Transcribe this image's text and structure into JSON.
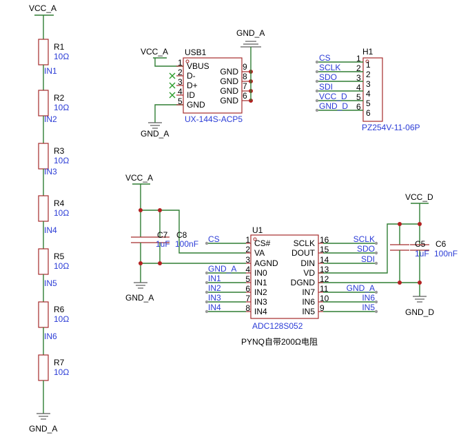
{
  "nets": {
    "vcc_a": "VCC_A",
    "gnd_a": "GND_A",
    "vcc_d": "VCC_D",
    "gnd_d": "GND_D",
    "cs": "CS",
    "sclk": "SCLK",
    "sdo": "SDO",
    "sdi": "SDI"
  },
  "ladder": {
    "resistors": [
      {
        "ref": "R1",
        "value": "10Ω"
      },
      {
        "ref": "R2",
        "value": "10Ω"
      },
      {
        "ref": "R3",
        "value": "10Ω"
      },
      {
        "ref": "R4",
        "value": "10Ω"
      },
      {
        "ref": "R5",
        "value": "10Ω"
      },
      {
        "ref": "R6",
        "value": "10Ω"
      },
      {
        "ref": "R7",
        "value": "10Ω"
      }
    ],
    "taps": [
      "IN1",
      "IN2",
      "IN3",
      "IN4",
      "IN5",
      "IN6"
    ]
  },
  "usb": {
    "ref": "USB1",
    "part": "UX-144S-ACP5",
    "pin_names_left": [
      "VBUS",
      "D-",
      "D+",
      "ID",
      "GND"
    ],
    "pin_nums_left": [
      "1",
      "2",
      "3",
      "4",
      "5"
    ],
    "pin_names_right": [
      "GND",
      "GND",
      "GND",
      "GND"
    ],
    "pin_nums_right": [
      "9",
      "8",
      "7",
      "6"
    ]
  },
  "header": {
    "ref": "H1",
    "part": "PZ254V-11-06P",
    "net_labels": [
      "CS",
      "SCLK",
      "SDO",
      "SDI",
      "VCC_D",
      "GND_D"
    ],
    "pin_nums": [
      "1",
      "2",
      "3",
      "4",
      "5",
      "6"
    ],
    "pin_nums_inner": [
      "1",
      "2",
      "3",
      "4",
      "5",
      "6"
    ]
  },
  "caps": {
    "c7": {
      "ref": "C7",
      "value": "1uF"
    },
    "c8": {
      "ref": "C8",
      "value": "100nF"
    },
    "c5": {
      "ref": "C5",
      "value": "1uF"
    },
    "c6": {
      "ref": "C6",
      "value": "100nF"
    }
  },
  "adc": {
    "ref": "U1",
    "part": "ADC128S052",
    "left_pins": [
      {
        "num": "1",
        "name": "CS#"
      },
      {
        "num": "2",
        "name": "VA"
      },
      {
        "num": "3",
        "name": "AGND"
      },
      {
        "num": "4",
        "name": "IN0"
      },
      {
        "num": "5",
        "name": "IN1"
      },
      {
        "num": "6",
        "name": "IN2"
      },
      {
        "num": "7",
        "name": "IN3"
      },
      {
        "num": "8",
        "name": "IN4"
      }
    ],
    "right_pins": [
      {
        "num": "16",
        "name": "SCLK"
      },
      {
        "num": "15",
        "name": "DOUT"
      },
      {
        "num": "14",
        "name": "DIN"
      },
      {
        "num": "13",
        "name": "VD"
      },
      {
        "num": "12",
        "name": "DGND"
      },
      {
        "num": "11",
        "name": "IN7"
      },
      {
        "num": "10",
        "name": "IN6"
      },
      {
        "num": "9",
        "name": "IN5"
      }
    ],
    "left_nets": [
      "CS",
      "",
      "",
      "GND_A",
      "IN1",
      "IN2",
      "IN3",
      "IN4"
    ],
    "right_nets": [
      "SCLK",
      "SDO",
      "SDI",
      "",
      "",
      "GND_A",
      "IN6",
      "IN5"
    ]
  },
  "note": "PYNQ自带200Ω电阻"
}
